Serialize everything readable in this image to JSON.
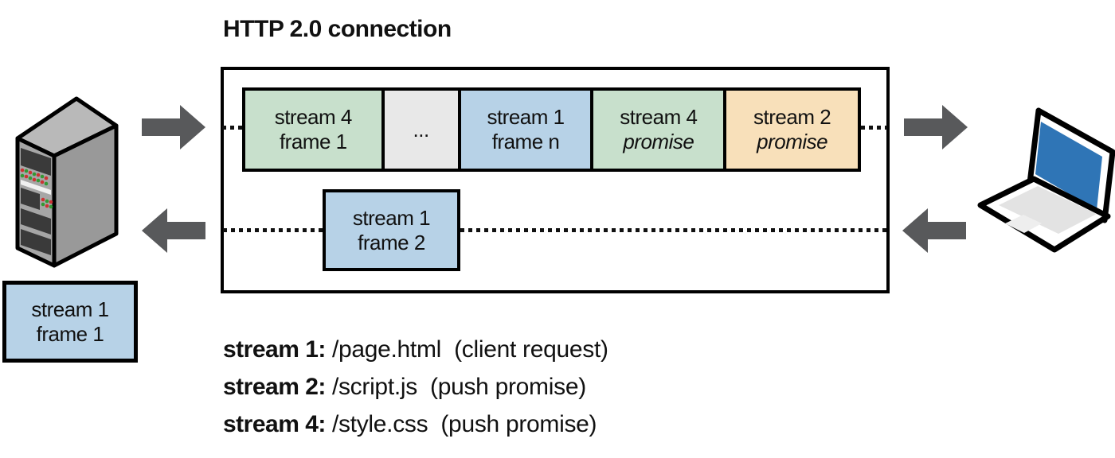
{
  "title": "HTTP 2.0 connection",
  "colors": {
    "green": "#c8e0cc",
    "gray": "#e8e8e8",
    "blue": "#b7d2e7",
    "orange": "#f8e0ba",
    "arrow": "#58595b",
    "outline": "#000000",
    "laptop_screen": "#2f75b6",
    "server_top": "#b9b9b9",
    "server_front": "#a6a6a6",
    "server_side": "#999999",
    "server_bay": "#3a3a3a",
    "led_red": "#cc3333",
    "led_green": "#339933"
  },
  "connection_box": {
    "top_frames": [
      {
        "line1": "stream 4",
        "line2": "frame 1",
        "fill": "green"
      },
      {
        "line1": "...",
        "line2": "",
        "fill": "gray"
      },
      {
        "line1": "stream 1",
        "line2": "frame n",
        "fill": "blue"
      },
      {
        "line1": "stream 4",
        "line2": "promise",
        "fill": "green"
      },
      {
        "line1": "stream 2",
        "line2": "promise",
        "fill": "orange"
      }
    ],
    "return_frame": {
      "line1": "stream 1",
      "line2": "frame 2",
      "fill": "blue"
    }
  },
  "server_pending_frame": {
    "line1": "stream 1",
    "line2": "frame 1",
    "fill": "blue"
  },
  "legend": [
    {
      "label": "stream 1:",
      "desc": " /page.html  (client request)"
    },
    {
      "label": "stream 2:",
      "desc": " /script.js  (push promise)"
    },
    {
      "label": "stream 4:",
      "desc": " /style.css  (push promise)"
    }
  ]
}
